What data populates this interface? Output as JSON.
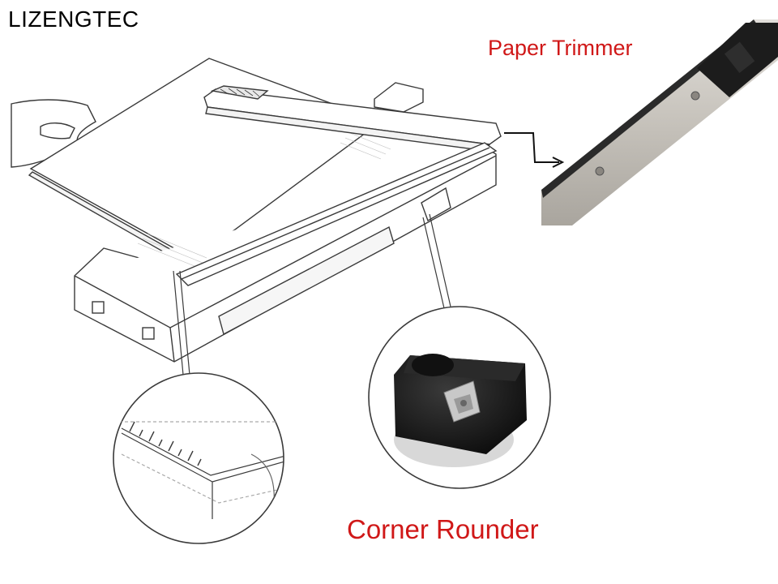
{
  "brand": {
    "name": "LIZENGTEC"
  },
  "labels": {
    "paper_trimmer": "Paper Trimmer",
    "corner_rounder": "Corner Rounder"
  },
  "colors": {
    "label_red": "#d01818",
    "line_art": "#3a3a3a",
    "steel": "#c9c5bf",
    "black_plastic": "#1c1c1c"
  }
}
